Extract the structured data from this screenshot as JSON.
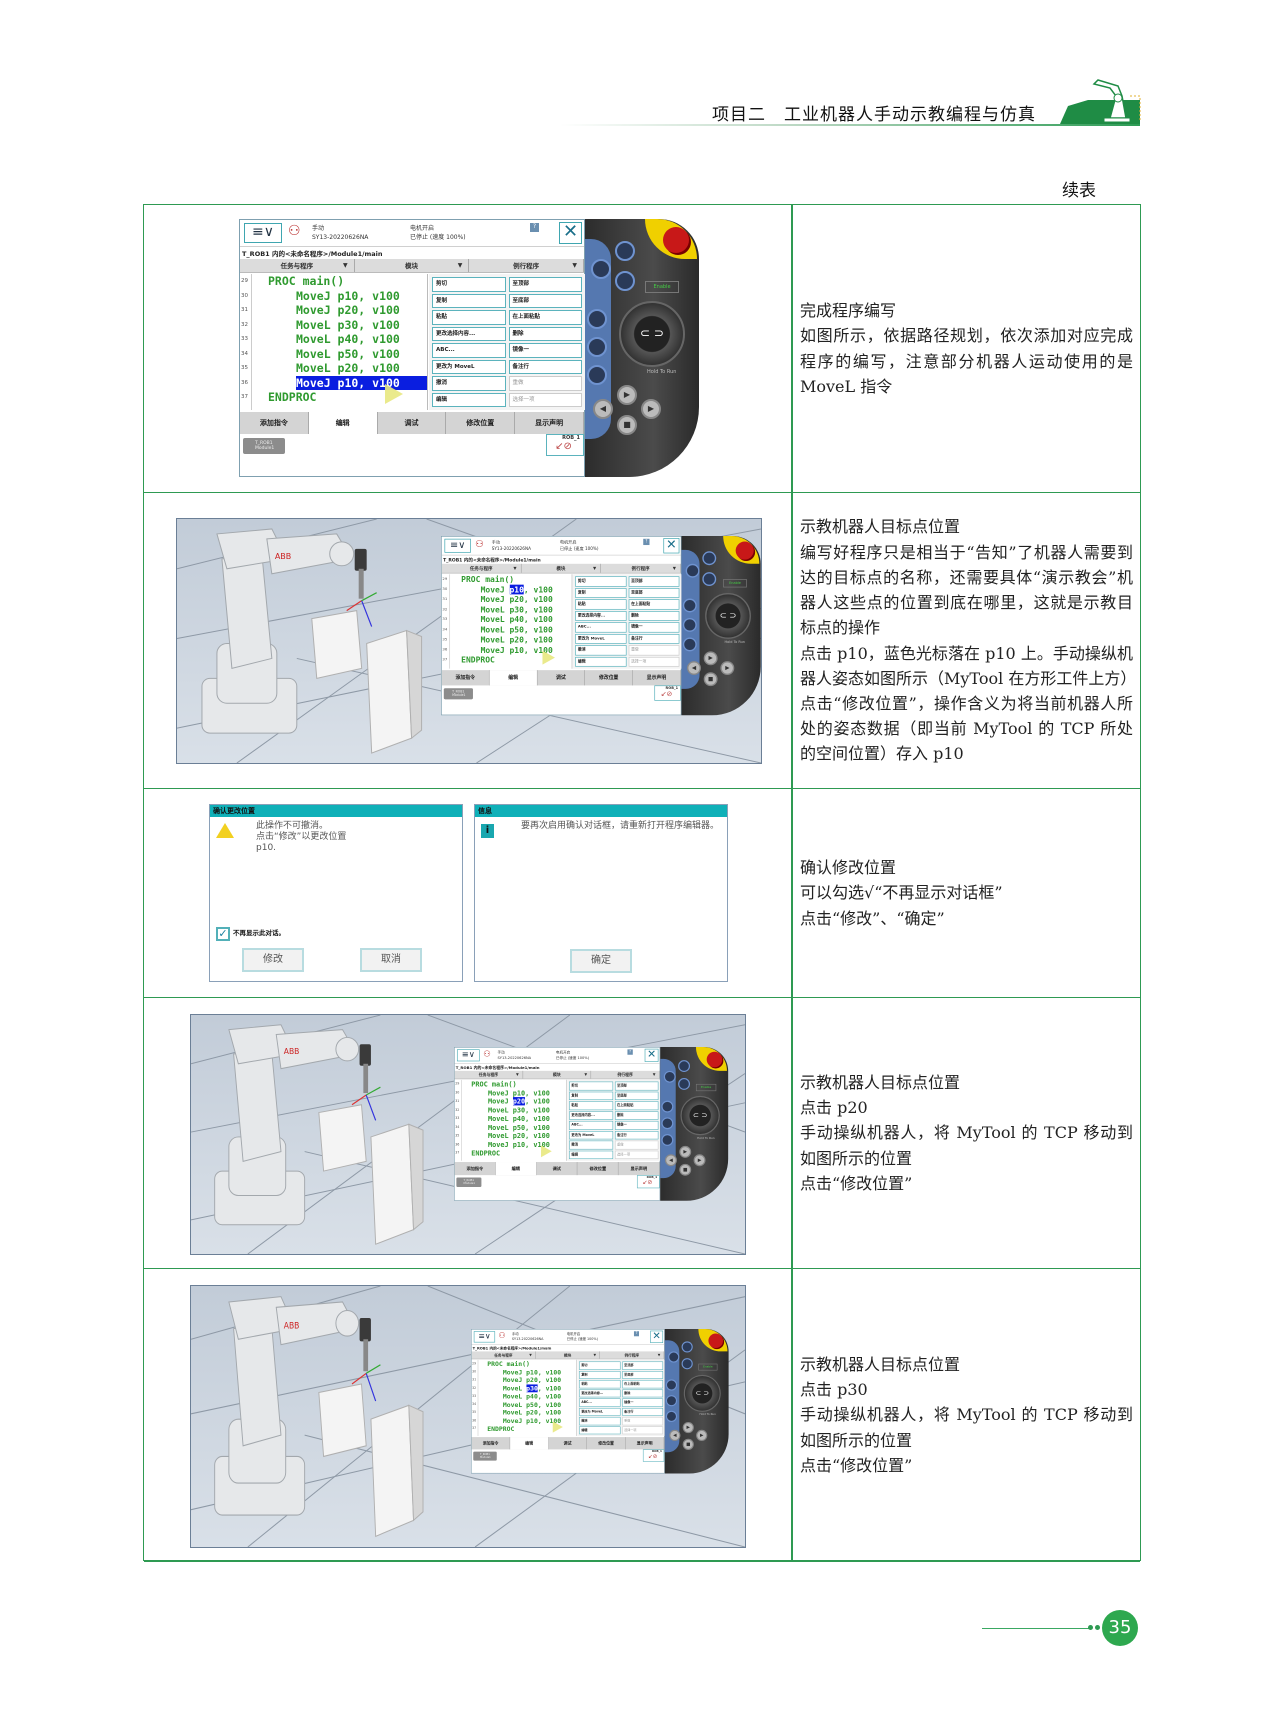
{
  "header": {
    "title": "项目二　工业机器人手动示教编程与仿真",
    "continued": "续表"
  },
  "page_number": "35",
  "colors": {
    "accent": "#2e9a52",
    "teal": "#0fb0b8",
    "code_green": "#2f9a2f",
    "selection_blue": "#0a1ee0"
  },
  "pendant": {
    "menu_icon": "≡∨",
    "status": {
      "mode": "手动",
      "system": "SY13-20220626NA",
      "motor": "电机开启",
      "state": "已停止 (速度 100%)"
    },
    "path": "T_ROB1 内的<未命名程序>/Module1/main",
    "tabs": [
      "任务与程序",
      "模块",
      "例行程序"
    ],
    "code": [
      {
        "num": "29",
        "text": "PROC main()"
      },
      {
        "num": "30",
        "text": "MoveJ p10, v100"
      },
      {
        "num": "31",
        "text": "MoveJ p20, v100"
      },
      {
        "num": "32",
        "text": "MoveL p30, v100"
      },
      {
        "num": "33",
        "text": "MoveL p40, v100"
      },
      {
        "num": "34",
        "text": "MoveL p50, v100"
      },
      {
        "num": "35",
        "text": "MoveL p20, v100"
      },
      {
        "num": "36",
        "text": "MoveJ p10, v100"
      },
      {
        "num": "37",
        "text": "ENDPROC"
      }
    ],
    "edit_menu": [
      "剪切",
      "至顶部",
      "复制",
      "至底部",
      "粘贴",
      "在上面粘贴",
      "更改选择内容...",
      "删除",
      "ABC...",
      "镜像一",
      "更改为 MoveL",
      "备注行",
      "撤消",
      "重做",
      "编辑",
      "选择一项"
    ],
    "toolbar": [
      "添加指令",
      "编辑",
      "调试",
      "修改位置",
      "显示声明"
    ],
    "task_chip": "T_ROB1 Module1",
    "rob_label": "ROB_1",
    "lcd": "Enable",
    "hold": "Hold To Run"
  },
  "pendant_instances": [
    {
      "selected_line": 7,
      "selected_token": ""
    },
    {
      "selected_line": 1,
      "selected_token": "p10"
    },
    {
      "selected_line": 2,
      "selected_token": "p20"
    },
    {
      "selected_line": 3,
      "selected_token": "p30"
    }
  ],
  "dialogs": {
    "confirm": {
      "title": "确认更改位置",
      "line1": "此操作不可撤消。",
      "line2": "点击“修改”以更改位置",
      "line3": "p10.",
      "checkbox": "不再显示此对话。",
      "checked": true,
      "modify": "修改",
      "cancel": "取消"
    },
    "info": {
      "title": "信息",
      "message": "要再次启用确认对话框，请重新打开程序编辑器。",
      "ok": "确定"
    }
  },
  "rows": [
    {
      "paras": [
        "完成程序编写",
        "如图所示，依据路径规划，依次添加对应完成程序的编写，注意部分机器人运动使用的是 MoveL 指令"
      ]
    },
    {
      "paras": [
        "示教机器人目标点位置",
        "编写好程序只是相当于“告知”了机器人需要到达的目标点的名称，还需要具体“演示教会”机器人这些点的位置到底在哪里，这就是示教目标点的操作",
        "点击 p10，蓝色光标落在 p10 上。手动操纵机器人姿态如图所示（MyTool 在方形工件上方）",
        "点击“修改位置”，操作含义为将当前机器人所处的姿态数据（即当前 MyTool 的 TCP 所处的空间位置）存入 p10"
      ]
    },
    {
      "paras": [
        "确认修改位置",
        "可以勾选√“不再显示对话框”",
        "点击“修改”、“确定”"
      ]
    },
    {
      "paras": [
        "示教机器人目标点位置",
        "点击 p20",
        "手动操纵机器人，将 MyTool 的 TCP 移动到如图所示的位置",
        "点击“修改位置”"
      ]
    },
    {
      "paras": [
        "示教机器人目标点位置",
        "点击 p30",
        "手动操纵机器人，将 MyTool 的 TCP 移动到如图所示的位置",
        "点击“修改位置”"
      ]
    }
  ]
}
